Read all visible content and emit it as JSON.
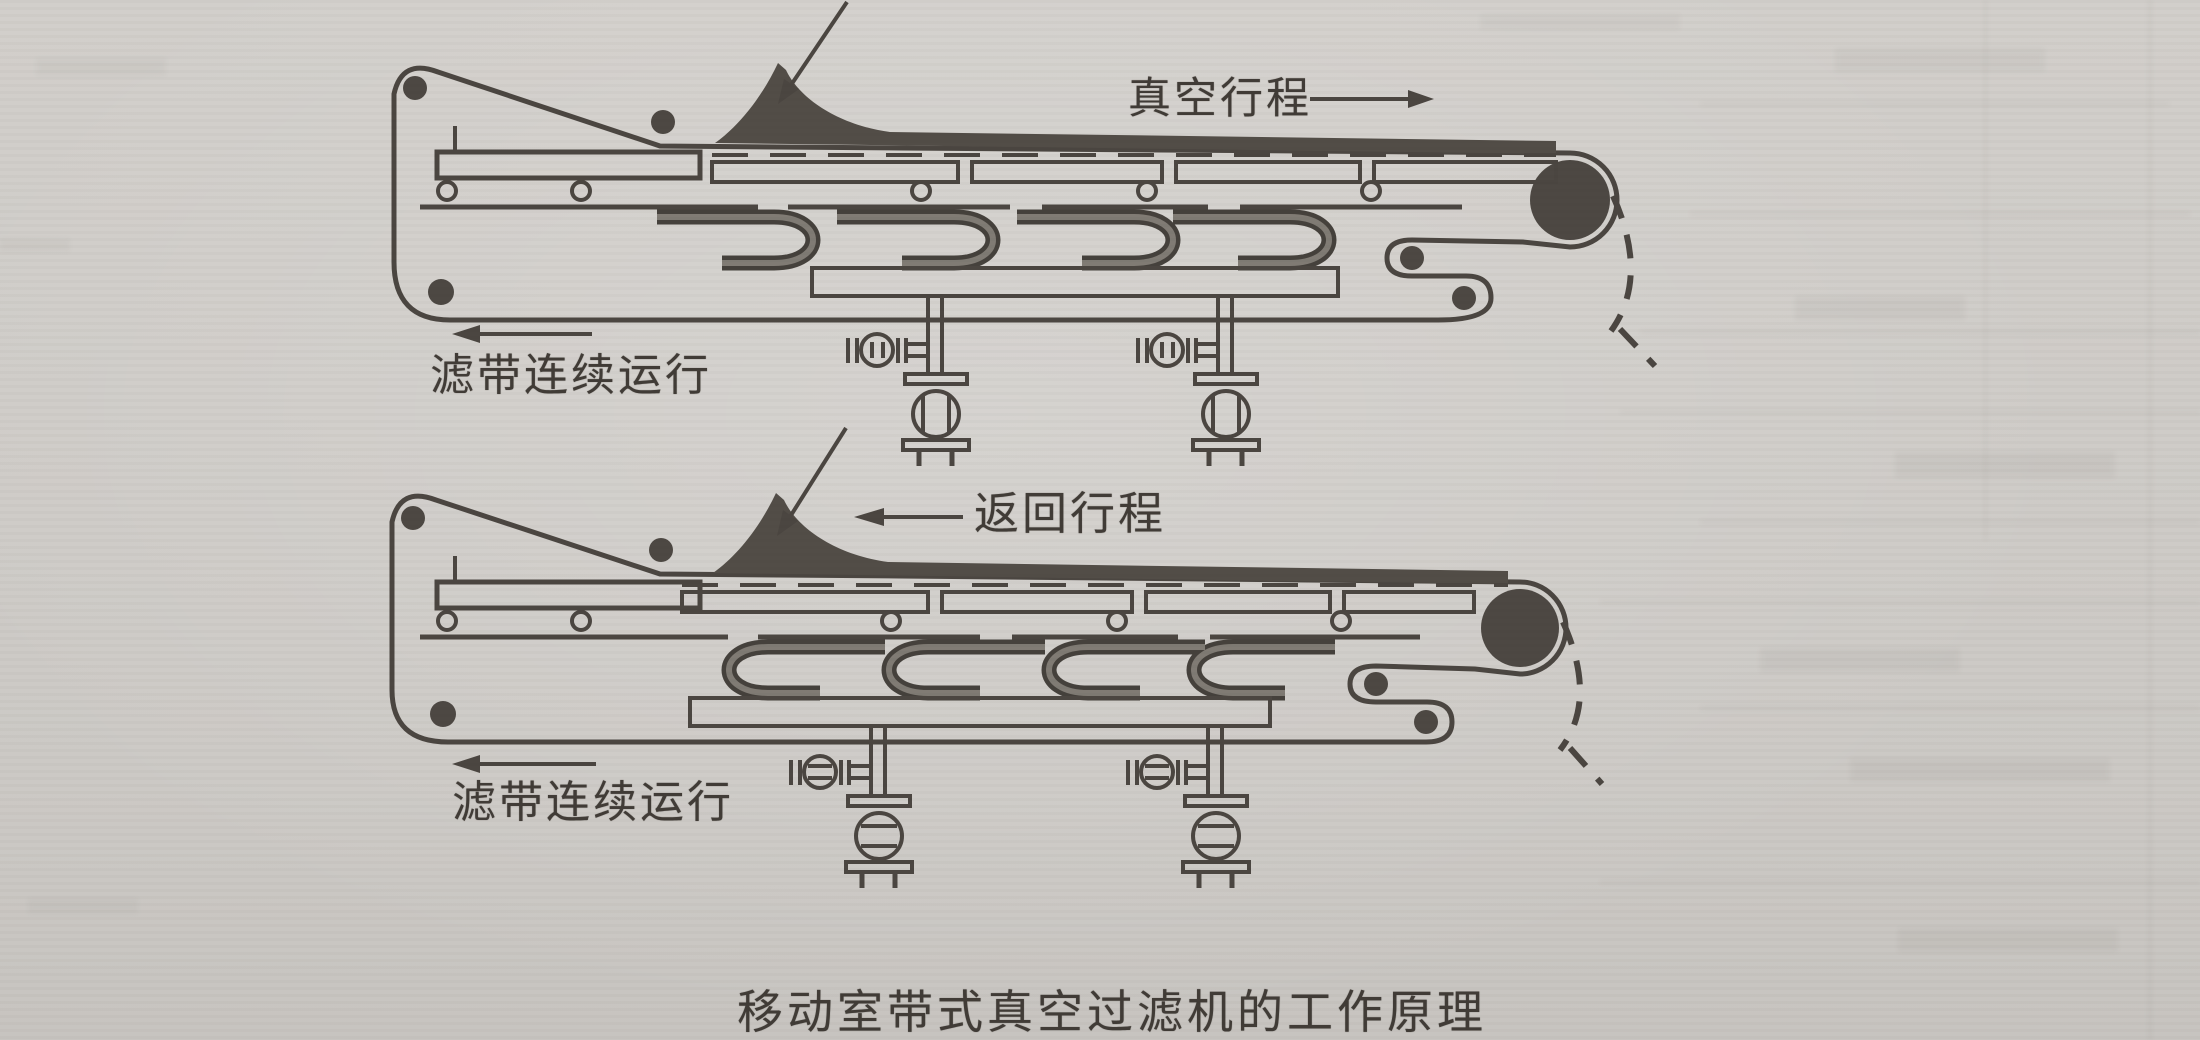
{
  "page": {
    "kind": "scanned textbook figure",
    "paper_color": "#cfccc8",
    "ink_color": "#4b4641"
  },
  "figure": {
    "caption": "移动室带式真空过滤机的工作原理",
    "top_diagram": {
      "title_meaning": "vacuum stroke state",
      "stroke_label": "真空行程",
      "belt_label": "滤带连续运行"
    },
    "bottom_diagram": {
      "title_meaning": "return stroke state",
      "stroke_label": "返回行程",
      "belt_label": "滤带连续运行"
    }
  }
}
